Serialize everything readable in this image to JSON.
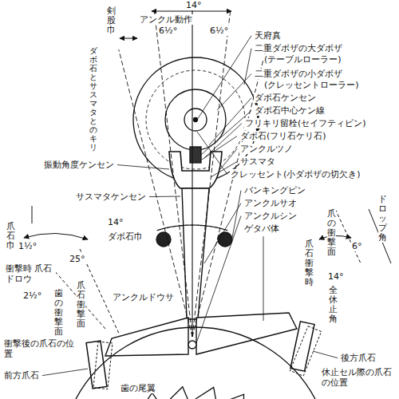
{
  "diagram": {
    "labels": [
      "剣股巾",
      "14°",
      "アンクル動作",
      "6½°",
      "6½°",
      "天府真",
      "二重ダボザの大ダボザ",
      "(テーブルローラー)",
      "二重ダボザの小ダボザ",
      "(クレッセントローラー)",
      "ダボ石ケンセン",
      "ダボ石中心ケン線",
      "フリキリ留栓(セイフティピン)",
      "ダボ石(フリ石ケリ石)",
      "アンクルツノ",
      "サスマタ",
      "クレッセント(小ダボザの切欠き)",
      "バンキングピン",
      "アンクルサオ",
      "アンクルシン",
      "ゲタバ体",
      "ダボ石とサスマタとのキリ",
      "振動角度ケンセン",
      "サスマタケンセン",
      "14°",
      "ダボ石巾",
      "爪石巾",
      "1½°",
      "25°",
      "衝撃時 爪石ドロウ",
      "2½°",
      "歯の衝撃面",
      "爪石衝撃面",
      "衝撃後の爪石の位置",
      "前方爪石",
      "歯の尾翼",
      "アンクルドウサ",
      "爪石衝撃時",
      "爪の衝撃面",
      "6°",
      "ドロップ角",
      "14°",
      "全休止角",
      "後方爪石",
      "休止セル際の爪石の位置"
    ]
  }
}
